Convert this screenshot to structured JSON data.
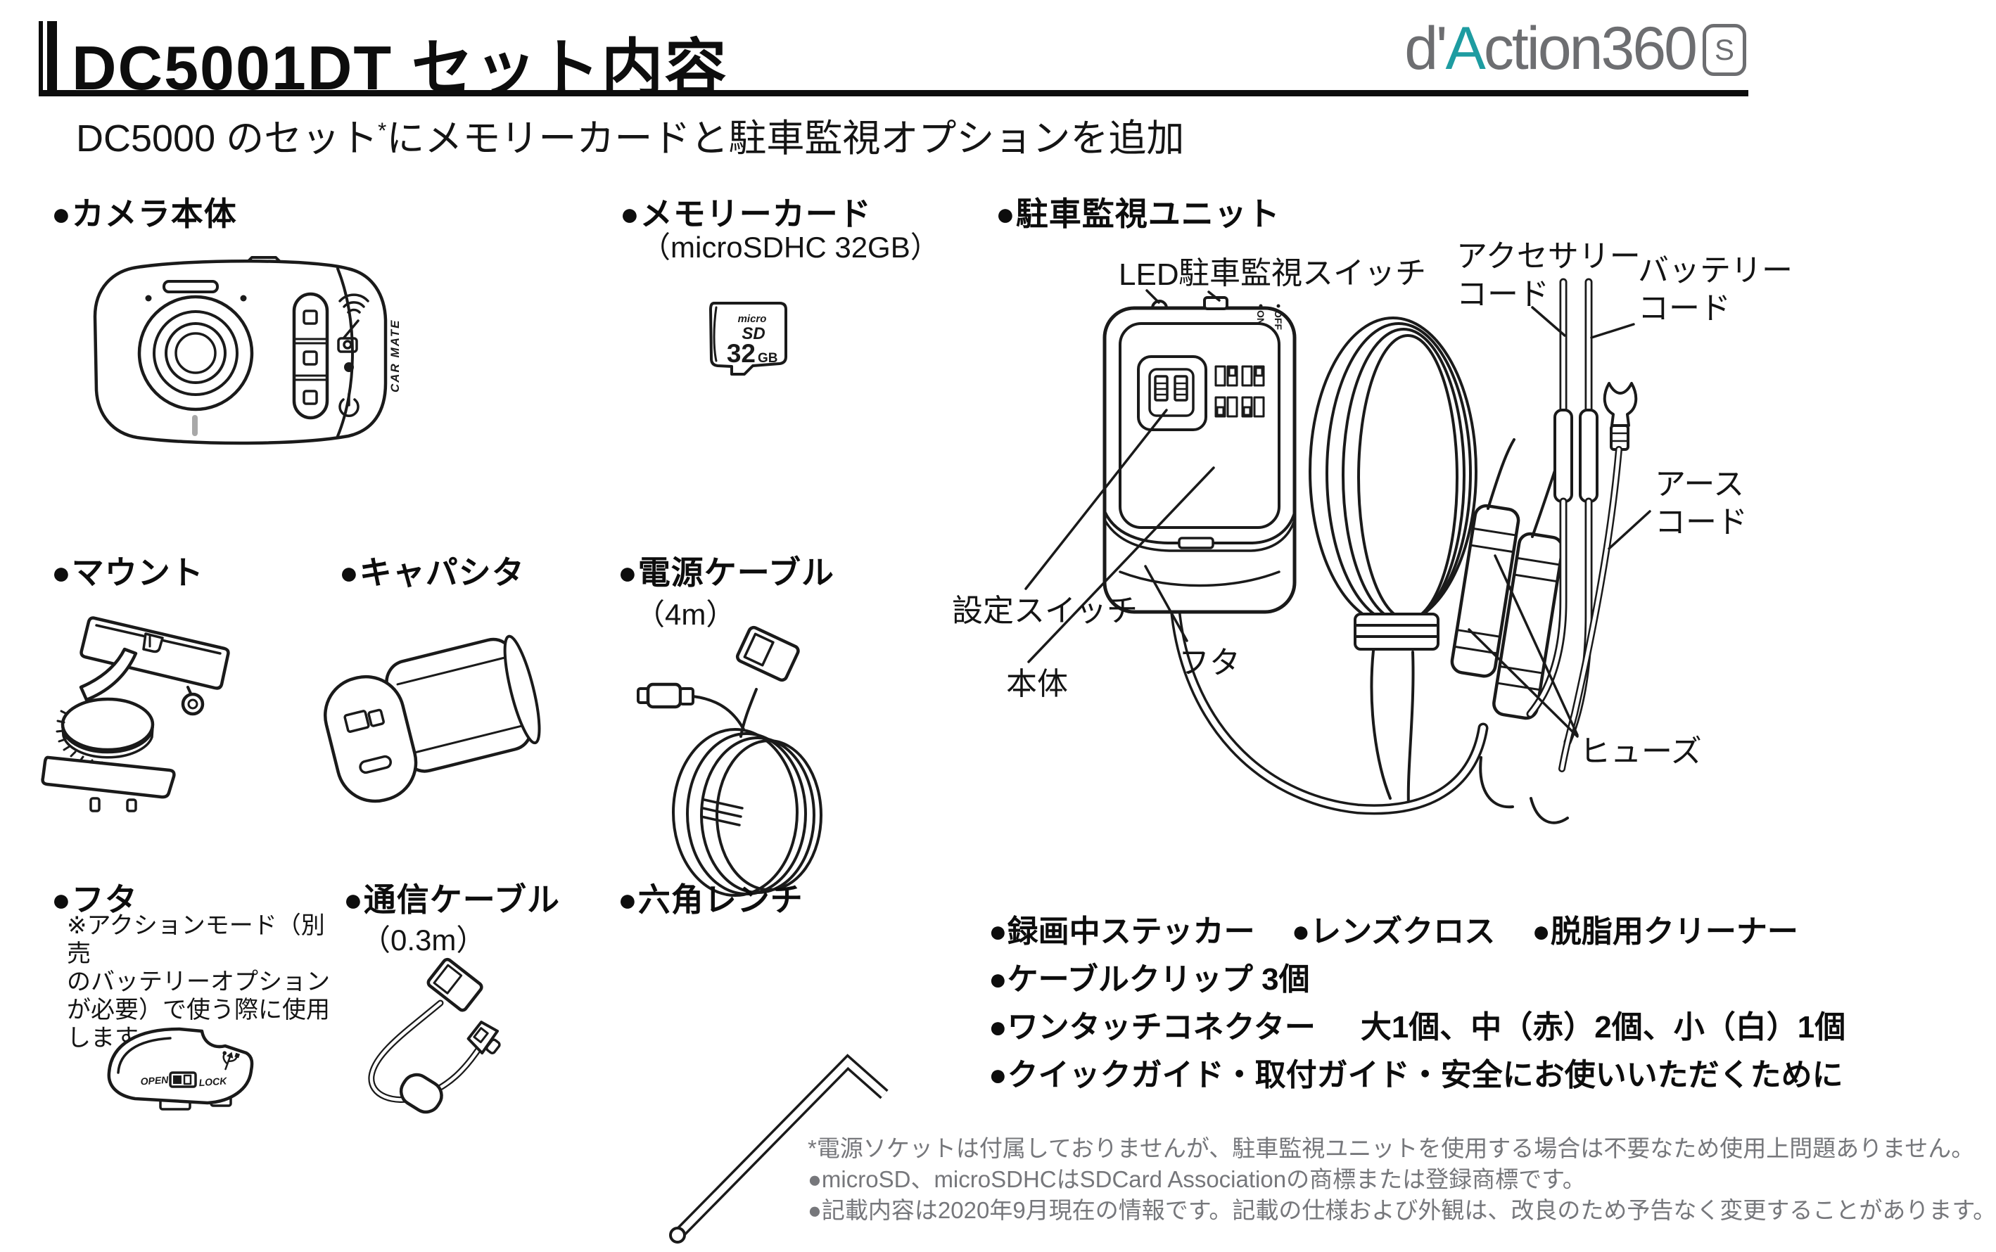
{
  "header": {
    "title": "DC5001DT セット内容",
    "subtitle": {
      "pre": "DC5000 のセット",
      "sup": "*",
      "post": "にメモリーカードと駐車監視オプションを追加"
    },
    "logo": {
      "d": "d'",
      "a": "A",
      "ction": "ction",
      "num": "360",
      "badge": "S"
    }
  },
  "items": {
    "camera": {
      "label": "●カメラ本体",
      "brand": "CAR MATE"
    },
    "memory_card": {
      "label": "●メモリーカード",
      "spec": "（microSDHC 32GB）",
      "card": {
        "micro": "micro",
        "sd": "SD",
        "size": "32",
        "unit": "GB"
      }
    },
    "parking_unit": {
      "label": "●駐車監視ユニット",
      "callouts": {
        "led": "LED",
        "monitor_switch": "駐車監視スイッチ",
        "on": "ON",
        "off": "OFF",
        "accessory_cord_1": "アクセサリー",
        "accessory_cord_2": "コード",
        "battery_cord_1": "バッテリー",
        "battery_cord_2": "コード",
        "earth_cord_1": "アース",
        "earth_cord_2": "コード",
        "setting_switch": "設定スイッチ",
        "body": "本体",
        "lid": "フタ",
        "fuse": "ヒューズ"
      }
    },
    "mount": {
      "label": "●マウント"
    },
    "capacitor": {
      "label": "●キャパシタ"
    },
    "power_cable": {
      "label": "●電源ケーブル",
      "spec": "（4m）"
    },
    "lid": {
      "label": "●フタ",
      "note": "※アクションモード（別売\nのバッテリーオプション\nが必要）で使う際に使用\nします。",
      "open": "OPEN",
      "lock": "LOCK"
    },
    "comm_cable": {
      "label": "●通信ケーブル",
      "spec": "（0.3m）"
    },
    "hex_wrench": {
      "label": "●六角レンチ"
    }
  },
  "accessories": {
    "line1": [
      "●録画中ステッカー",
      "●レンズクロス",
      "●脱脂用クリーナー"
    ],
    "line2": "●ケーブルクリップ 3個",
    "line3_label": "●ワンタッチコネクター",
    "line3_detail": "大1個、中（赤）2個、小（白）1個",
    "line4": "●クイックガイド・取付ガイド・安全にお使いいただくために"
  },
  "footnotes": [
    "*電源ソケットは付属しておりませんが、駐車監視ユニットを使用する場合は不要なため使用上問題ありません。",
    "●microSD、microSDHCはSDCard Associationの商標または登録商標です。",
    "●記載内容は2020年9月現在の情報です。記載の仕様および外観は、改良のため予告なく変更することがあります。"
  ],
  "colors": {
    "ink": "#1a1a1a",
    "foot_gray": "#76777b",
    "logo_gray": "#6d6e71",
    "logo_teal": "#1e9ca1"
  }
}
